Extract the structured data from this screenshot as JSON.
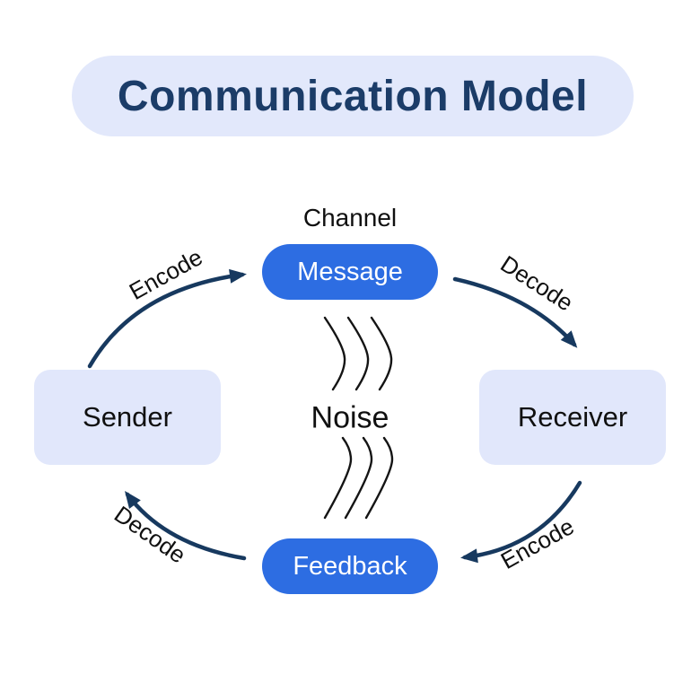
{
  "title": {
    "text": "Communication Model"
  },
  "colors": {
    "accent_blue": "#2d6de2",
    "light_lavender": "#e1e7fb",
    "navy_text": "#1b3c68",
    "arrow_navy": "#17395f",
    "text_black": "#101010"
  },
  "diagram": {
    "channel_label": "Channel",
    "nodes": {
      "sender": "Sender",
      "message": "Message",
      "receiver": "Receiver",
      "feedback": "Feedback",
      "noise": "Noise"
    },
    "arrows": [
      {
        "id": "sender-to-message",
        "label": "Encode"
      },
      {
        "id": "message-to-receiver",
        "label": "Decode"
      },
      {
        "id": "receiver-to-feedback",
        "label": "Encode"
      },
      {
        "id": "feedback-to-sender",
        "label": "Decode"
      }
    ]
  }
}
